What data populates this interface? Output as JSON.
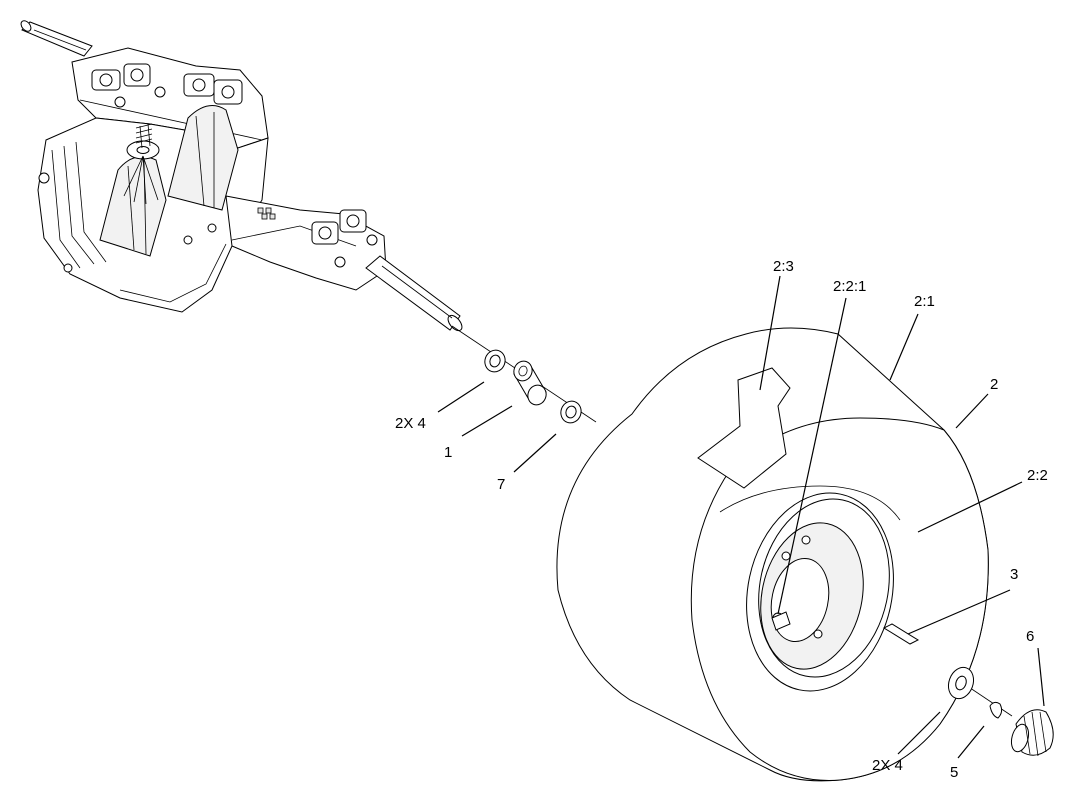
{
  "callouts": {
    "c_2x4_top": "2X 4",
    "c_1": "1",
    "c_7": "7",
    "c_2_3": "2:3",
    "c_2_2_1": "2:2:1",
    "c_2_1": "2:1",
    "c_2": "2",
    "c_2_2": "2:2",
    "c_3": "3",
    "c_6": "6",
    "c_2x4_bottom": "2X 4",
    "c_5": "5"
  }
}
